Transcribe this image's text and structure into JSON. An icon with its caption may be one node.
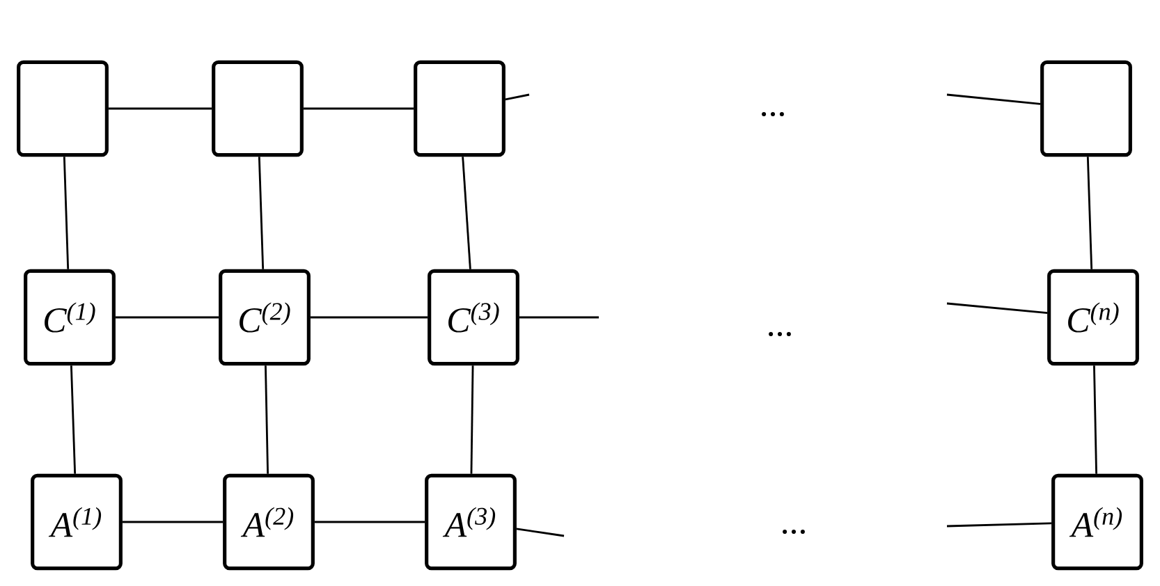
{
  "diagram": {
    "nodes": [
      {
        "text": [],
        "shape": "box"
      },
      {
        "text": [],
        "shape": "box"
      },
      {
        "text": [],
        "shape": "box"
      },
      {
        "text": [],
        "shape": "box"
      },
      {
        "text": [
          "C$^{(1)}$"
        ]
      },
      {
        "text": [
          "C$^{(2)}$"
        ]
      },
      {
        "text": [
          "C$^{(3)}$"
        ]
      },
      {
        "text": [
          "C$^{(n)}$"
        ]
      },
      {
        "text": [
          "A$^{(1)}$"
        ]
      },
      {
        "text": [
          "A$^{(2)}$"
        ]
      },
      {
        "text": [
          "A$^{(3)}$"
        ]
      },
      {
        "text": [
          "A$^{(n)}$"
        ]
      }
    ],
    "edges": [
      {
        "from": 0,
        "to": 1,
        "arrow": "none"
      },
      {
        "from": 1,
        "to": 2,
        "arrow": "none"
      },
      {
        "from": 2,
        "to": null,
        "arrow": "none"
      },
      {
        "from": null,
        "to": 3,
        "arrow": "none"
      },
      {
        "from": 4,
        "to": 5,
        "arrow": "none"
      },
      {
        "from": 5,
        "to": 6,
        "arrow": "none"
      },
      {
        "from": 6,
        "to": null,
        "arrow": "none"
      },
      {
        "from": null,
        "to": 7,
        "arrow": "none"
      },
      {
        "from": 8,
        "to": 9,
        "arrow": "none"
      },
      {
        "from": 9,
        "to": 10,
        "arrow": "none"
      },
      {
        "from": 10,
        "to": null,
        "arrow": "none"
      },
      {
        "from": null,
        "to": 11,
        "arrow": "none"
      },
      {
        "from": 0,
        "to": 4,
        "arrow": "none"
      },
      {
        "from": 1,
        "to": 5,
        "arrow": "none"
      },
      {
        "from": 2,
        "to": 6,
        "arrow": "none"
      },
      {
        "from": 3,
        "to": 7,
        "arrow": "none"
      },
      {
        "from": 4,
        "to": 8,
        "arrow": "none"
      },
      {
        "from": 5,
        "to": 9,
        "arrow": "none"
      },
      {
        "from": 6,
        "to": 10,
        "arrow": "none"
      },
      {
        "from": 7,
        "to": 11,
        "arrow": "none"
      }
    ],
    "labels": [
      "...",
      "...",
      "..."
    ]
  }
}
